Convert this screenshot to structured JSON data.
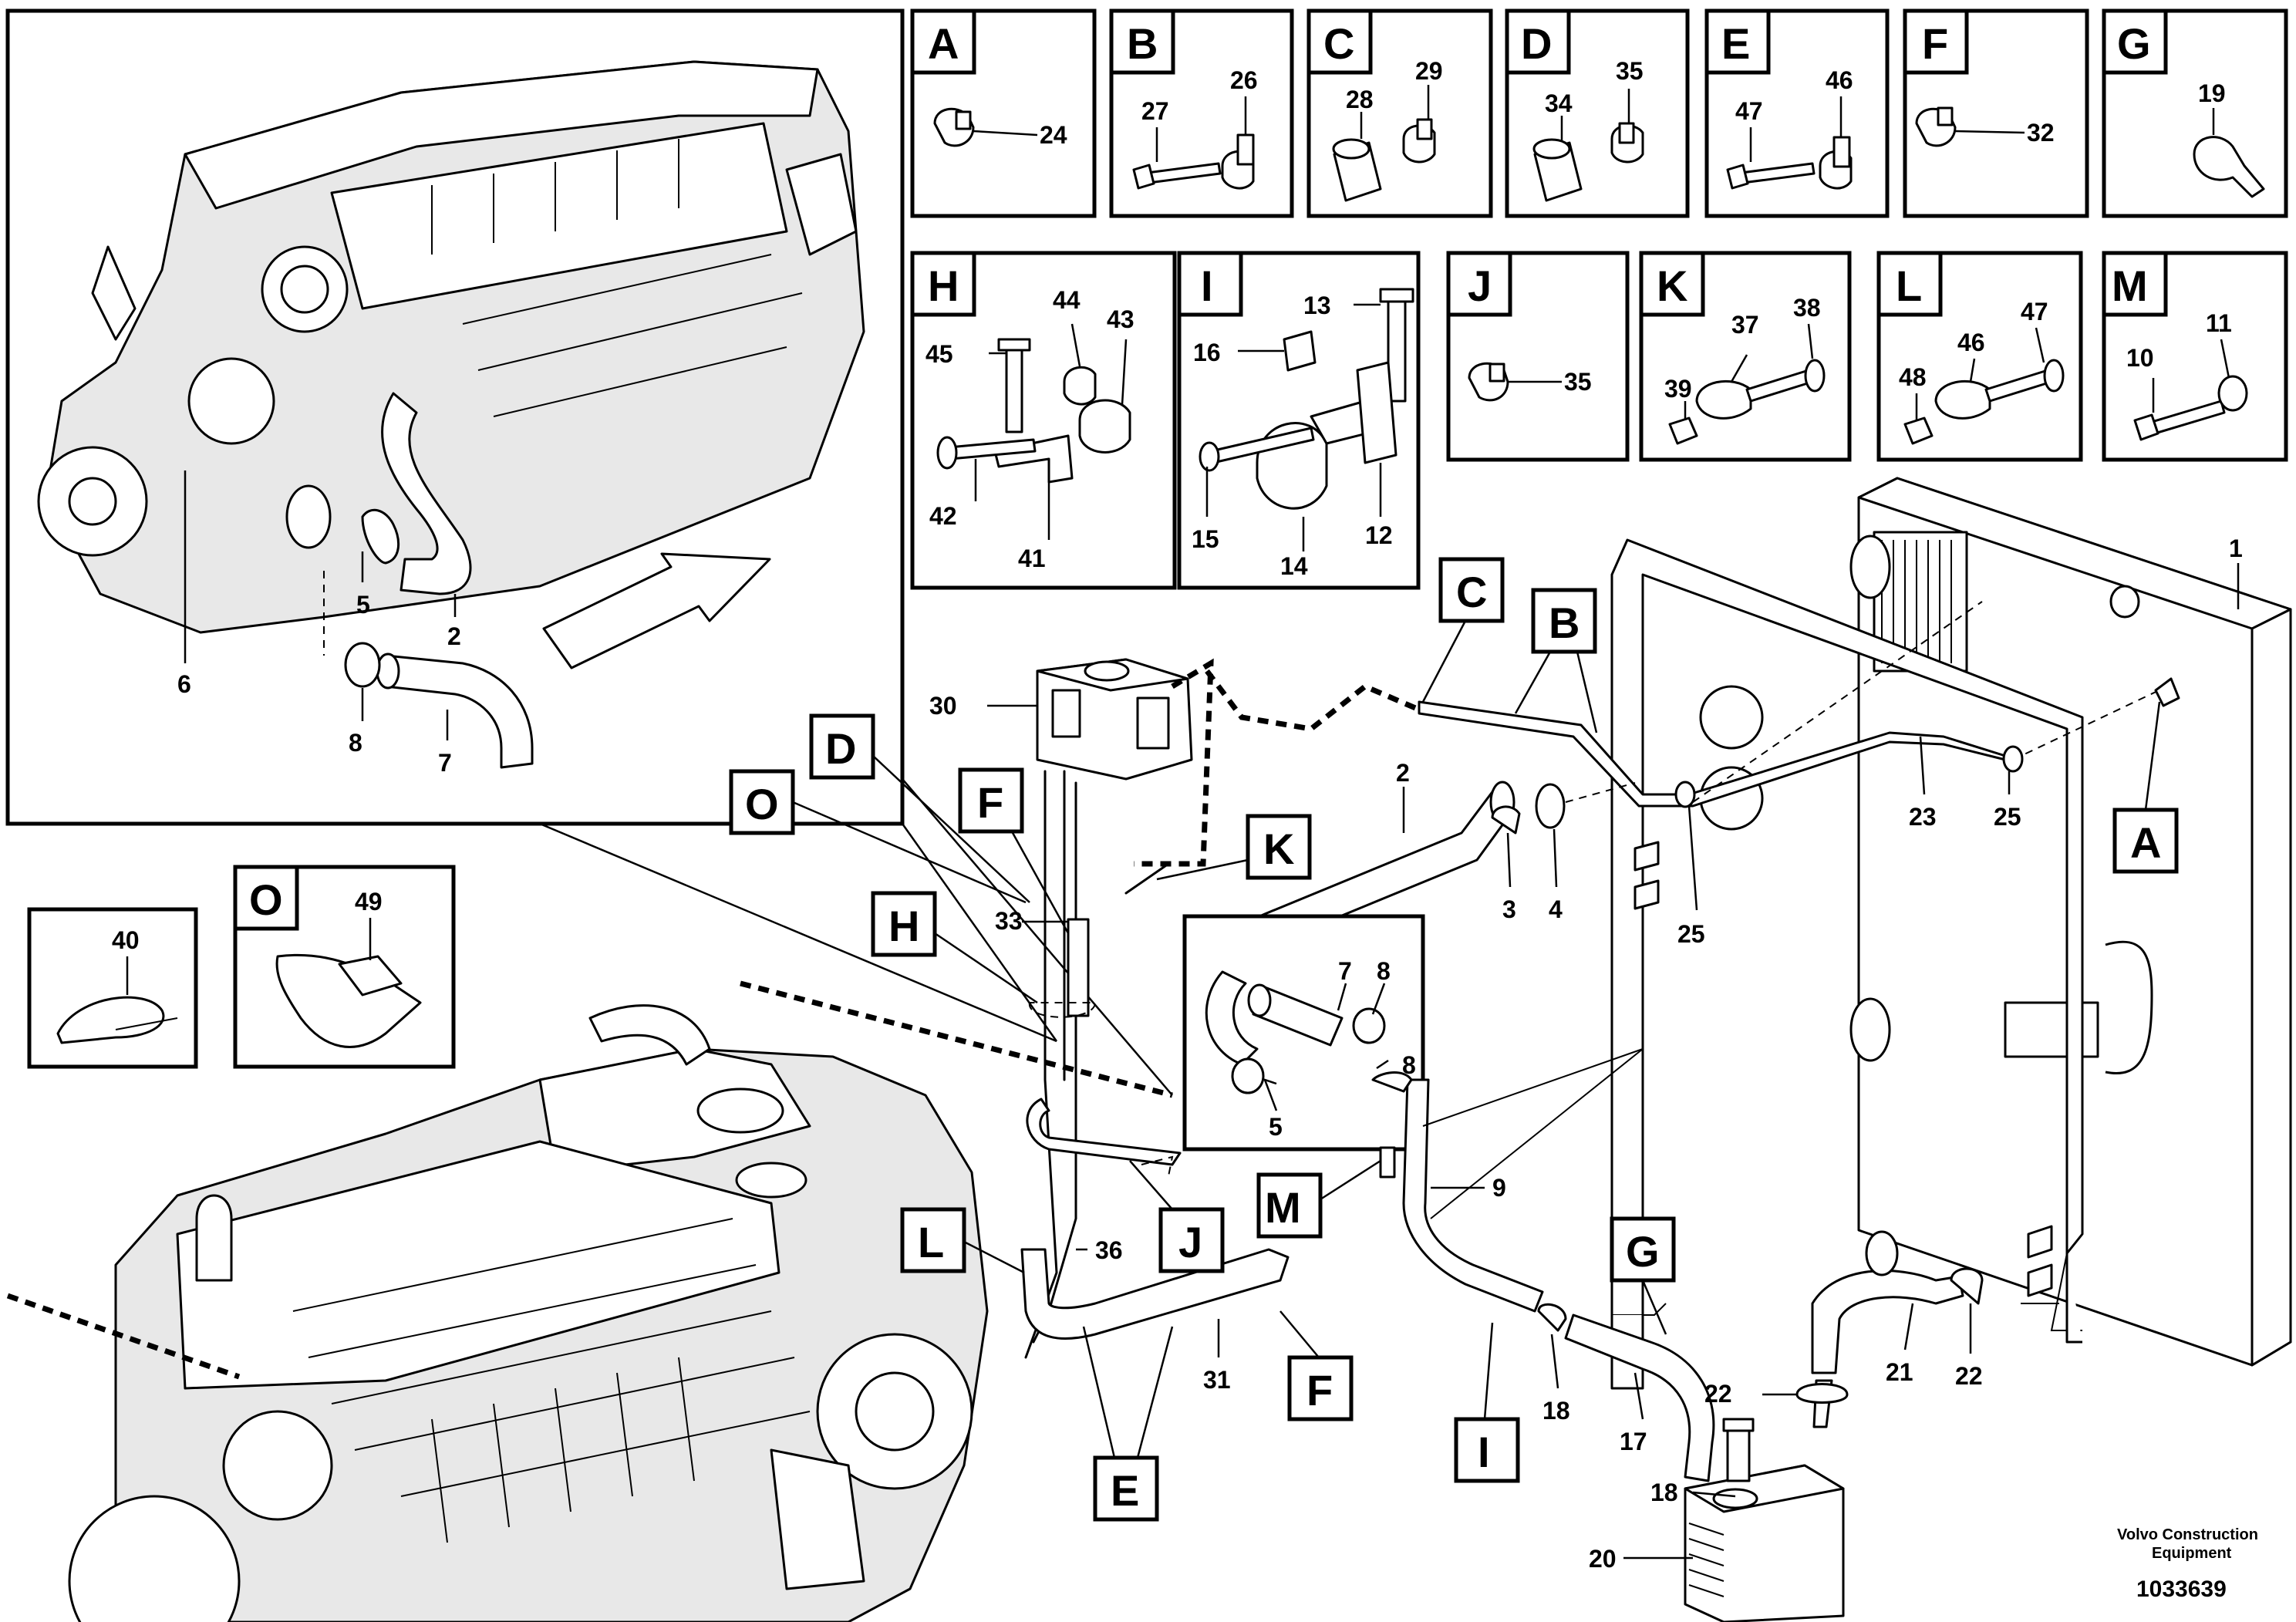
{
  "letters": [
    "A",
    "B",
    "C",
    "D",
    "E",
    "F",
    "G",
    "H",
    "I",
    "J",
    "K",
    "L",
    "M",
    "O"
  ],
  "parts": [
    "1",
    "2",
    "3",
    "4",
    "5",
    "6",
    "7",
    "8",
    "9",
    "10",
    "11",
    "12",
    "13",
    "14",
    "15",
    "16",
    "17",
    "18",
    "19",
    "20",
    "21",
    "22",
    "23",
    "24",
    "25",
    "26",
    "27",
    "28",
    "29",
    "30",
    "31",
    "32",
    "33",
    "34",
    "35",
    "36",
    "37",
    "38",
    "39",
    "40",
    "41",
    "42",
    "43",
    "44",
    "45",
    "46",
    "47",
    "48",
    "49"
  ],
  "footer": {
    "company_line1": "Volvo Construction",
    "company_line2": "Equipment",
    "drawing_number": "1033639"
  }
}
